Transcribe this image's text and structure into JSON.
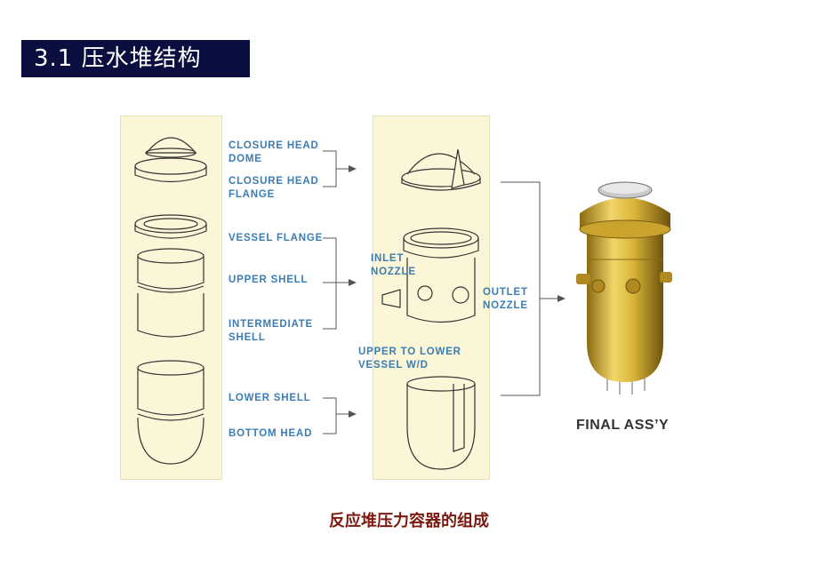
{
  "title": "3.1 压水堆结构",
  "labels": {
    "closure_head_dome": "CLOSURE HEAD\nDOME",
    "closure_head_flange": "CLOSURE HEAD\nFLANGE",
    "vessel_flange": "VESSEL FLANGE",
    "upper_shell": "UPPER SHELL",
    "intermediate_shell": "INTERMEDIATE\nSHELL",
    "lower_shell": "LOWER SHELL",
    "bottom_head": "BOTTOM HEAD",
    "inlet_nozzle": "INLET\nNOZZLE",
    "outlet_nozzle": "OUTLET\nNOZZLE",
    "upper_to_lower": "UPPER TO LOWER\nVESSEL W/D",
    "final_assy": "FINAL ASS’Y"
  },
  "caption": "反应堆压力容器的组成",
  "colors": {
    "title_bg": "#0a0f3f",
    "label": "#3b7db4",
    "caption": "#7b1a10",
    "panel": "#fbf6d8",
    "vessel_gold": "#d9b53a"
  }
}
